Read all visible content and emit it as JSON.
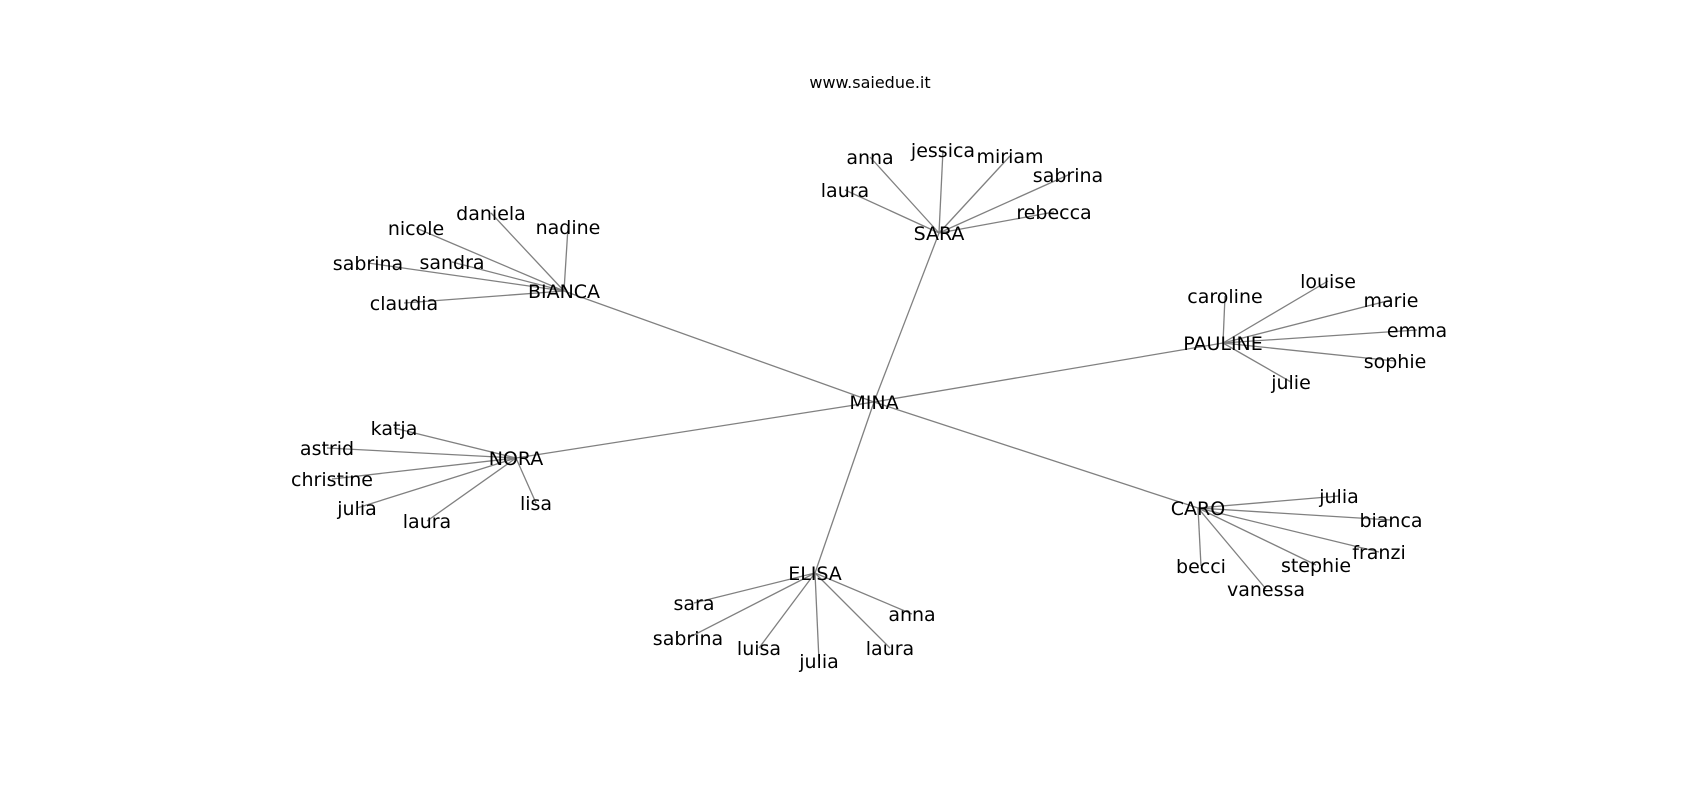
{
  "header": {
    "site": "www.saiedue.it"
  },
  "style": {
    "edge_color": "#808080",
    "text_color": "#000000",
    "background": "#ffffff"
  },
  "graph": {
    "root": "MINA",
    "groups": [
      {
        "hub": "SARA",
        "leaves": [
          "anna",
          "jessica",
          "miriam",
          "sabrina",
          "laura",
          "rebecca"
        ]
      },
      {
        "hub": "BIANCA",
        "leaves": [
          "daniela",
          "nicole",
          "nadine",
          "sabrina",
          "sandra",
          "claudia"
        ]
      },
      {
        "hub": "PAULINE",
        "leaves": [
          "caroline",
          "louise",
          "marie",
          "emma",
          "sophie",
          "julie"
        ]
      },
      {
        "hub": "NORA",
        "leaves": [
          "katja",
          "astrid",
          "christine",
          "julia",
          "laura",
          "lisa"
        ]
      },
      {
        "hub": "CARO",
        "leaves": [
          "julia",
          "bianca",
          "franzi",
          "stephie",
          "becci",
          "vanessa"
        ]
      },
      {
        "hub": "ELISA",
        "leaves": [
          "sara",
          "sabrina",
          "luisa",
          "julia",
          "laura",
          "anna"
        ]
      }
    ]
  }
}
